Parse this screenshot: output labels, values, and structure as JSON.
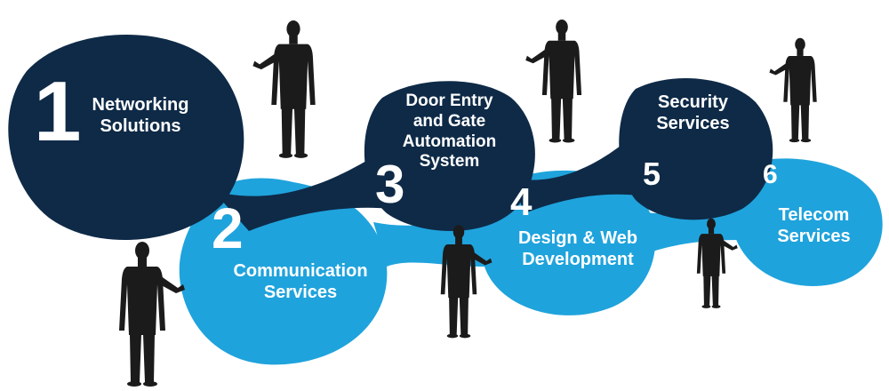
{
  "colors": {
    "dark_blob": "#0e2a47",
    "light_blob": "#1fa3dc",
    "figure": "#1b1b1b",
    "text": "#ffffff"
  },
  "steps": [
    {
      "number": "1",
      "label_lines": [
        "Networking",
        "Solutions"
      ]
    },
    {
      "number": "2",
      "label_lines": [
        "Communication",
        "Services"
      ]
    },
    {
      "number": "3",
      "label_lines": [
        "Door Entry",
        "and Gate",
        "Automation",
        "System"
      ]
    },
    {
      "number": "4",
      "label_lines": [
        "Design & Web",
        "Development"
      ]
    },
    {
      "number": "5",
      "label_lines": [
        "Security",
        "Services"
      ]
    },
    {
      "number": "6",
      "label_lines": [
        "Telecom",
        "Services"
      ]
    }
  ]
}
